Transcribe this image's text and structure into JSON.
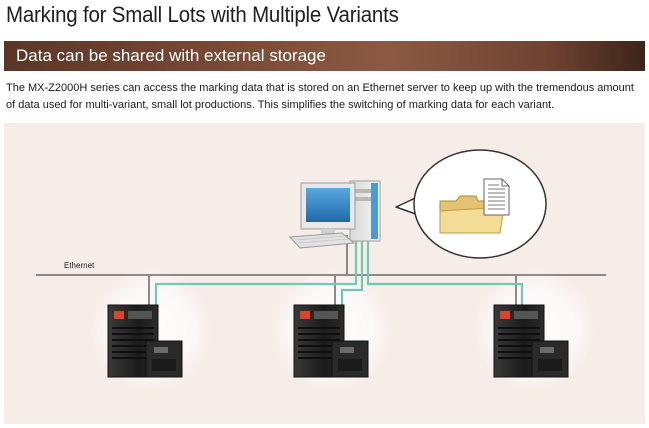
{
  "page": {
    "title": "Marking for Small Lots with Multiple Variants"
  },
  "section": {
    "heading": "Data can be shared with external storage"
  },
  "description": "The MX-Z2000H series can access the marking data that is stored on an Ethernet server to keep up with the tremendous amount of data used for multi-variant, small lot productions. This simplifies the switching of marking data for each variant.",
  "diagram": {
    "network_label": "Ethernet",
    "colors": {
      "background": "#f6ece8",
      "network_line": "#8a8a8a",
      "data_line": "#6fc9b4",
      "controller_body": "#2a2a2a",
      "monitor_screen": "#2f86c6"
    },
    "icons": [
      "server-computer-icon",
      "folder-icon",
      "document-icon",
      "laser-marker-controller-icon"
    ]
  }
}
